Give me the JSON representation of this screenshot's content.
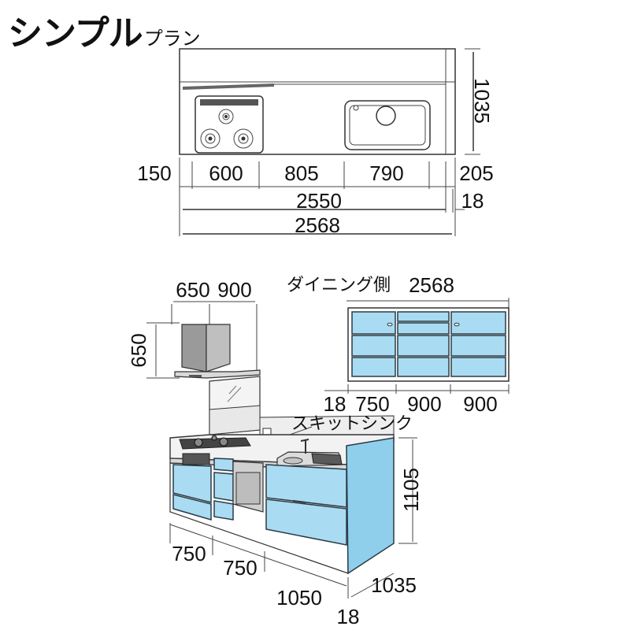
{
  "title": {
    "main": "シンプル",
    "sub": "プラン"
  },
  "plan_view": {
    "depth": "1035",
    "segments": [
      "150",
      "600",
      "805",
      "790",
      "205"
    ],
    "side_panel": "18",
    "body_width": "2550",
    "total_width": "2568"
  },
  "hood": {
    "widths": [
      "650",
      "900"
    ],
    "height": "650"
  },
  "dining_cabinet": {
    "label": "ダイニング側",
    "total": "2568",
    "widths": [
      "18",
      "750",
      "900",
      "900"
    ]
  },
  "kitchen": {
    "sink_label": "スキットシンク",
    "height": "1105",
    "depth": "1035",
    "widths": [
      "750",
      "750",
      "1050"
    ],
    "side_panel": "18"
  },
  "colors": {
    "cabinet": "#a9dcf2",
    "line": "#2a3b47"
  }
}
